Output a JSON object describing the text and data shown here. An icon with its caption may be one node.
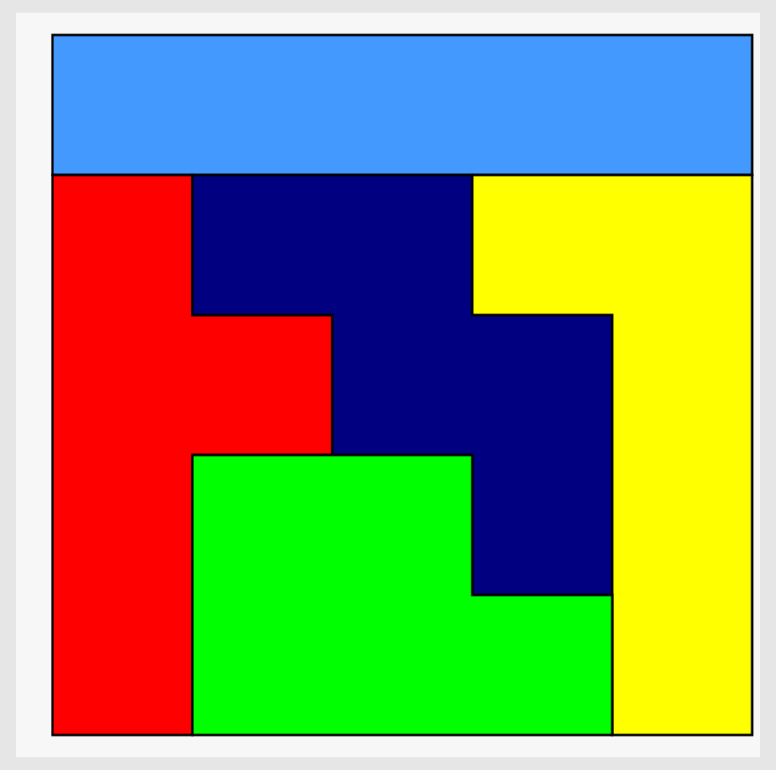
{
  "diagram": {
    "nodes": [
      {
        "text": [],
        "shape": "bar"
      },
      {
        "text": [],
        "shape": "polygon"
      },
      {
        "text": [],
        "shape": "polygon"
      },
      {
        "text": [],
        "shape": "polygon"
      },
      {
        "text": [],
        "shape": "polygon"
      }
    ]
  }
}
